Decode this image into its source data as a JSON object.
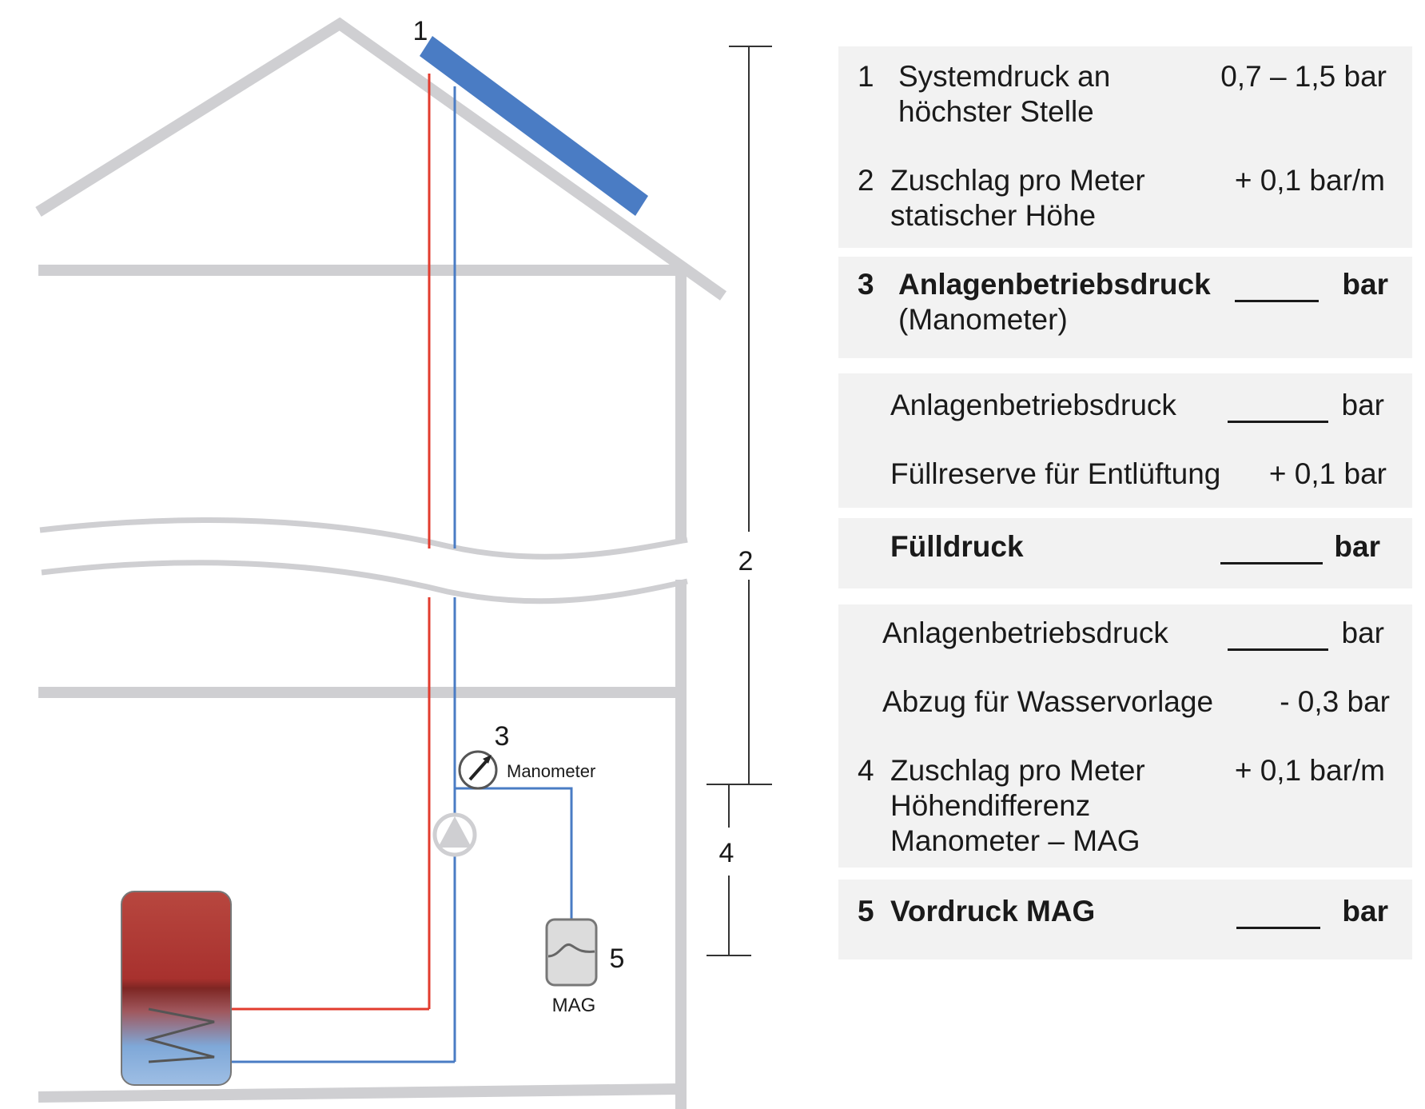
{
  "diagram": {
    "label_collector": "1",
    "label_height": "2",
    "label_manometer_num": "3",
    "label_manometer": "Manometer",
    "label_diff": "4",
    "label_mag_num": "5",
    "label_mag": "MAG",
    "colors": {
      "house_outline": "#cfcfd2",
      "collector": "#4a7cc4",
      "flow_pipe": "#e23b2e",
      "return_pipe": "#4a7cc4",
      "tank_hot": "#a8312e",
      "tank_cold": "#7fa8d8"
    }
  },
  "table": {
    "group1": {
      "r1": {
        "num": "1",
        "line1": "Systemdruck an",
        "line2": "höchster Stelle",
        "value": "0,7 – 1,5 bar"
      },
      "r2": {
        "num": "2",
        "line1": "Zuschlag pro Meter",
        "line2": "statischer Höhe",
        "value": "+ 0,1 bar/m"
      }
    },
    "group2": {
      "r1": {
        "num": "3",
        "line1": "Anlagenbetriebsdruck",
        "line2": "(Manometer)",
        "unit": "bar"
      }
    },
    "group3": {
      "r1": {
        "label": "Anlagenbetriebsdruck",
        "unit": "bar"
      },
      "r2": {
        "label": "Füllreserve für Entlüftung",
        "value": "+ 0,1 bar"
      }
    },
    "group4": {
      "r1": {
        "label": "Fülldruck",
        "unit": "bar"
      }
    },
    "group5": {
      "r1": {
        "label": "Anlagenbetriebsdruck",
        "unit": "bar"
      },
      "r2": {
        "label": "Abzug für Wasservorlage",
        "value": "- 0,3 bar"
      },
      "r3": {
        "num": "4",
        "line1": "Zuschlag pro Meter",
        "line2": "Höhendifferenz",
        "line3": "Manometer – MAG",
        "value": "+ 0,1 bar/m"
      }
    },
    "group6": {
      "r1": {
        "num": "5",
        "label": "Vordruck MAG",
        "unit": "bar"
      }
    }
  }
}
